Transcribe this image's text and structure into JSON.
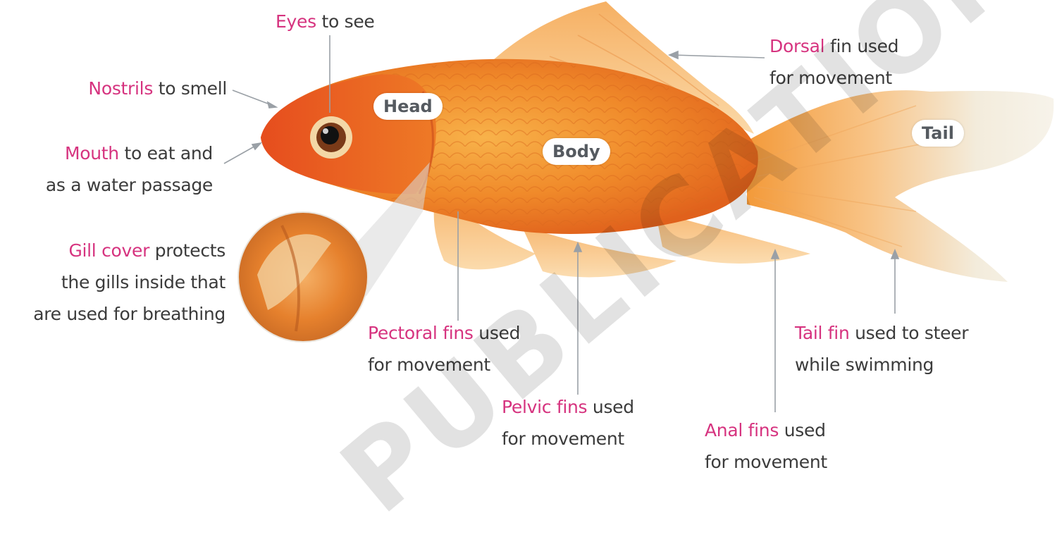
{
  "labels": {
    "eyes": {
      "term": "Eyes",
      "rest": " to see"
    },
    "nostrils": {
      "term": "Nostrils",
      "rest": " to smell"
    },
    "mouth": {
      "term": "Mouth",
      "rest": " to eat and",
      "line2": "as a water passage"
    },
    "gill_cover": {
      "term": "Gill cover",
      "rest": " protects",
      "line2": "the gills inside that",
      "line3": "are used for breathing"
    },
    "dorsal": {
      "term": "Dorsal",
      "rest": " fin used",
      "line2": "for movement"
    },
    "pectoral": {
      "term": "Pectoral fins",
      "rest": " used",
      "line2": "for movement"
    },
    "pelvic": {
      "term": "Pelvic fins",
      "rest": " used",
      "line2": "for movement"
    },
    "anal": {
      "term": "Anal fins",
      "rest": " used",
      "line2": "for movement"
    },
    "tail_fin": {
      "term": "Tail fin",
      "rest": " used to steer",
      "line2": "while swimming"
    }
  },
  "regions": {
    "head": "Head",
    "body": "Body",
    "tail": "Tail"
  },
  "watermark": "PUBLICATION",
  "colors": {
    "term_highlight": "#d6337f",
    "text": "#3b3b3b",
    "pointer": "#9aa0a6",
    "fish_body": "#f08a2a",
    "fish_head": "#e3531c",
    "fins": "#f6a85a",
    "tail_pale": "#f4ead8"
  }
}
